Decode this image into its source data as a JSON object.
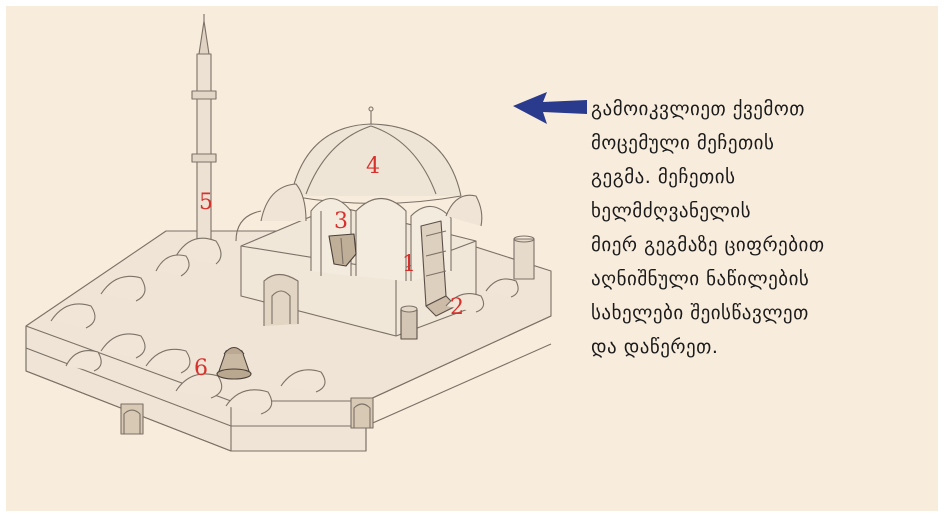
{
  "labels": {
    "n1": "1",
    "n2": "2",
    "n3": "3",
    "n4": "4",
    "n5": "5",
    "n6": "6"
  },
  "instruction": {
    "lines": [
      "გამოიკვლიეთ ქვემოთ",
      "მოცემული მეჩეთის",
      "გეგმა. მეჩეთის",
      "ხელმძღვანელის",
      "მიერ გეგმაზე ციფრებით",
      "აღნიშნული ნაწილების",
      "სახელები შეისწავლეთ",
      "და დაწერეთ."
    ]
  },
  "colors": {
    "background": "#f8ecdd",
    "label_red": "#d6312d",
    "arrow_blue": "#2a3a8c"
  }
}
